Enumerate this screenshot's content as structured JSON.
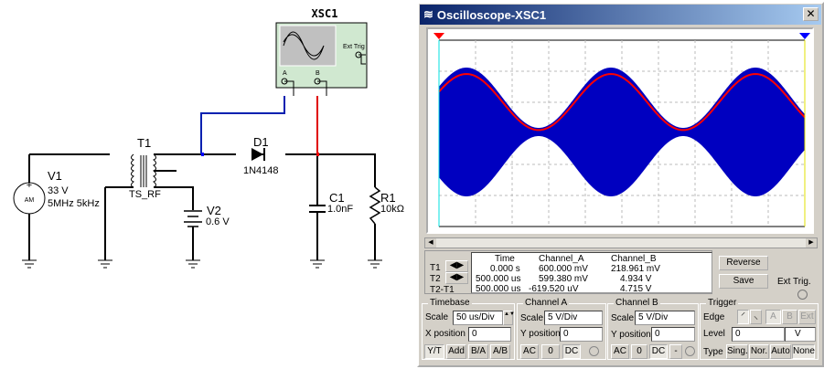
{
  "circuit": {
    "scope": "XSC1",
    "scope_ext": "Ext Trig",
    "scope_a": "A",
    "scope_b": "B",
    "v1": {
      "name": "V1",
      "value": "33 V",
      "freq": "5MHz 5kHz",
      "symbol": "AM"
    },
    "t1": {
      "name": "T1",
      "model": "TS_RF"
    },
    "d1": {
      "name": "D1",
      "model": "1N4148"
    },
    "v2": {
      "name": "V2",
      "value": "0.6 V"
    },
    "c1": {
      "name": "C1",
      "value": "1.0nF"
    },
    "r1": {
      "name": "R1",
      "value": "10kΩ"
    }
  },
  "window": {
    "title": "Oscilloscope-XSC1",
    "close": "✕"
  },
  "colors": {
    "channel_a": "#0000c0",
    "channel_b": "#ff0000"
  },
  "measure": {
    "headers": [
      "Time",
      "Channel_A",
      "Channel_B"
    ],
    "rows": [
      {
        "label": "T1",
        "time": "0.000 s",
        "a": "600.000 mV",
        "b": "218.961 mV"
      },
      {
        "label": "T2",
        "time": "500.000 us",
        "a": "599.380 mV",
        "b": "4.934 V"
      },
      {
        "label": "T2-T1",
        "time": "500.000 us",
        "a": "-619.520 uV",
        "b": "4.715 V"
      }
    ]
  },
  "buttons": {
    "reverse": "Reverse",
    "save": "Save",
    "ext_trig": "Ext Trig."
  },
  "timebase": {
    "title": "Timebase",
    "scale_label": "Scale",
    "scale": "50 us/Div",
    "xpos_label": "X position",
    "xpos": "0",
    "modes": [
      "Y/T",
      "Add",
      "B/A",
      "A/B"
    ]
  },
  "channel_a": {
    "title": "Channel A",
    "scale_label": "Scale",
    "scale": "5  V/Div",
    "ypos_label": "Y position",
    "ypos": "0",
    "coupling": [
      "AC",
      "0",
      "DC"
    ]
  },
  "channel_b": {
    "title": "Channel B",
    "scale_label": "Scale",
    "scale": "5  V/Div",
    "ypos_label": "Y position",
    "ypos": "0",
    "coupling": [
      "AC",
      "0",
      "DC",
      "-"
    ]
  },
  "trigger": {
    "title": "Trigger",
    "edge_label": "Edge",
    "sources": [
      "A",
      "B",
      "Ext"
    ],
    "level_label": "Level",
    "level": "0",
    "unit": "V",
    "type_label": "Type",
    "types": [
      "Sing.",
      "Nor.",
      "Auto",
      "None"
    ]
  }
}
